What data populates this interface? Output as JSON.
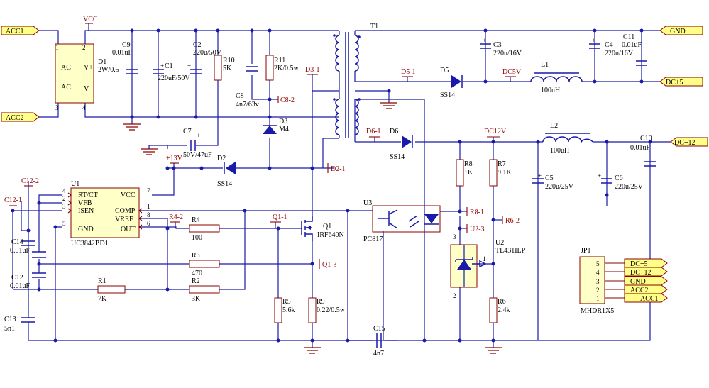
{
  "ports": {
    "acc1": "ACC1",
    "acc2": "ACC2",
    "gnd": "GND",
    "dc5": "DC+5",
    "dc12": "DC+12",
    "jp_dc5": "DC+5",
    "jp_dc12": "DC+12",
    "jp_gnd": "GND",
    "jp_acc2": "ACC2",
    "jp_acc1": "ACC1"
  },
  "nets": {
    "vcc": "VCC",
    "d3_1": "D3-1",
    "d5_1": "D5-1",
    "dc5v": "DC5V",
    "c8_2": "C8-2",
    "d6_1": "D6-1",
    "dc12v": "DC12V",
    "p13v": "+13V",
    "d2_1": "D2-1",
    "c12_2": "C12-2",
    "c12_1": "C12-1",
    "r4_2": "R4-2",
    "q1_1": "Q1-1",
    "q1_3": "Q1-3",
    "r8_1": "R8-1",
    "u2_3": "U2-3",
    "r6_2": "R6-2"
  },
  "parts": {
    "d1_ref": "D1",
    "d1_val": "2W/0.5",
    "d1_ac": "AC",
    "d1_ac2": "AC",
    "d1_vp": "V+",
    "d1_vm": "V-",
    "d1_p1": "1",
    "d1_p2": "2",
    "d1_p3": "3",
    "d1_p4": "4",
    "c9_ref": "C9",
    "c9_val": "0.01uF",
    "c1_ref": "C1",
    "c1_val": "220uF/50V",
    "c2_ref": "C2",
    "c2_val": "220u/50V",
    "r10_ref": "R10",
    "r10_val": "5K",
    "r11_ref": "R11",
    "r11_val": "2K/0.5w",
    "c8_ref": "C8",
    "c8_val": "4n7/63v",
    "d3_ref": "D3",
    "d3_val": "M4",
    "t1_ref": "T1",
    "d5_ref": "D5",
    "d5_val": "SS14",
    "c3_ref": "C3",
    "c3_val": "220u/16V",
    "l1_ref": "L1",
    "l1_val": "100uH",
    "c4_ref": "C4",
    "c4_val": "220u/16V",
    "c11_ref": "C11",
    "c11_val": "0.01uF",
    "c7_ref": "C7",
    "c7_val": "50V/47uF",
    "d2_ref": "D2",
    "d2_val": "SS14",
    "d6_ref": "D6",
    "d6_val": "SS14",
    "l2_ref": "L2",
    "l2_val": "100uH",
    "c10_ref": "C10",
    "c10_val": "0.01uF",
    "u1_ref": "U1",
    "u1_val": "UC3842BD1",
    "u1_rtct": "RT/CT",
    "u1_vfb": "VFB",
    "u1_isen": "ISEN",
    "u1_gnd": "GND",
    "u1_vcc": "VCC",
    "u1_comp": "COMP",
    "u1_vref": "VREF",
    "u1_out": "OUT",
    "u1_p4": "4",
    "u1_p2": "2",
    "u1_p3": "3",
    "u1_p5": "5",
    "u1_p7": "7",
    "u1_p1": "1",
    "u1_p8": "8",
    "u1_p6": "6",
    "r4_ref": "R4",
    "r4_val": "100",
    "r3_ref": "R3",
    "r3_val": "470",
    "r2_ref": "R2",
    "r2_val": "3K",
    "r1_ref": "R1",
    "r1_val": "7K",
    "c14_ref": "C14",
    "c14_val": "0.01uF",
    "c12_ref": "C12",
    "c12_val": "0.01uF",
    "c13_ref": "C13",
    "c13_val": "5n1",
    "q1_ref": "Q1",
    "q1_val": "IRF640N",
    "r5_ref": "R5",
    "r5_val": "5.6k",
    "r9_ref": "R9",
    "r9_val": "0.22/0.5w",
    "c15_ref": "C15",
    "c15_val": "4n7",
    "u3_ref": "U3",
    "u3_val": "PC817",
    "r8_ref": "R8",
    "r8_val": "1K",
    "r7_ref": "R7",
    "r7_val": "9.1K",
    "c5_ref": "C5",
    "c5_val": "220u/25V",
    "c6_ref": "C6",
    "c6_val": "220u/25V",
    "u2_ref": "U2",
    "u2_val": "TL431ILP",
    "u2_p1": "1",
    "u2_p2": "2",
    "u2_p3": "3",
    "r6_ref": "R6",
    "r6_val": "2.4k",
    "jp1_ref": "JP1",
    "jp1_val": "MHDR1X5",
    "jp1_p5": "5",
    "jp1_p4": "4",
    "jp1_p3": "3",
    "jp1_p2": "2",
    "jp1_p1": "1"
  },
  "colors": {
    "wire": "#1a1aa8",
    "pin": "#8b0000",
    "body": "#ffffc8",
    "port": "#ffff88"
  }
}
